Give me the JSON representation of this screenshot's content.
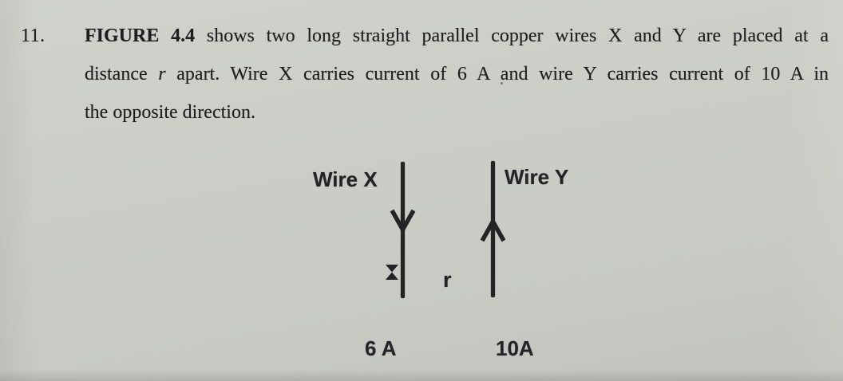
{
  "question": {
    "number": "11.",
    "line1": {
      "bold": "FIGURE 4.4",
      "rest": " shows two long straight parallel copper wires X and Y are placed at a"
    },
    "line2": {
      "pre": "distance ",
      "italic": "r",
      "post": " apart. Wire X carries current of 6 A and wire Y carries current of 10 A in"
    },
    "line3": {
      "text": "the opposite direction."
    }
  },
  "figure": {
    "wire_x_label": "Wire X",
    "wire_y_label": "Wire Y",
    "distance_label": "r",
    "current_x": "6 A",
    "current_y": "10A"
  },
  "colors": {
    "paper": "#cbccc6",
    "ink": "#1e1e20"
  }
}
